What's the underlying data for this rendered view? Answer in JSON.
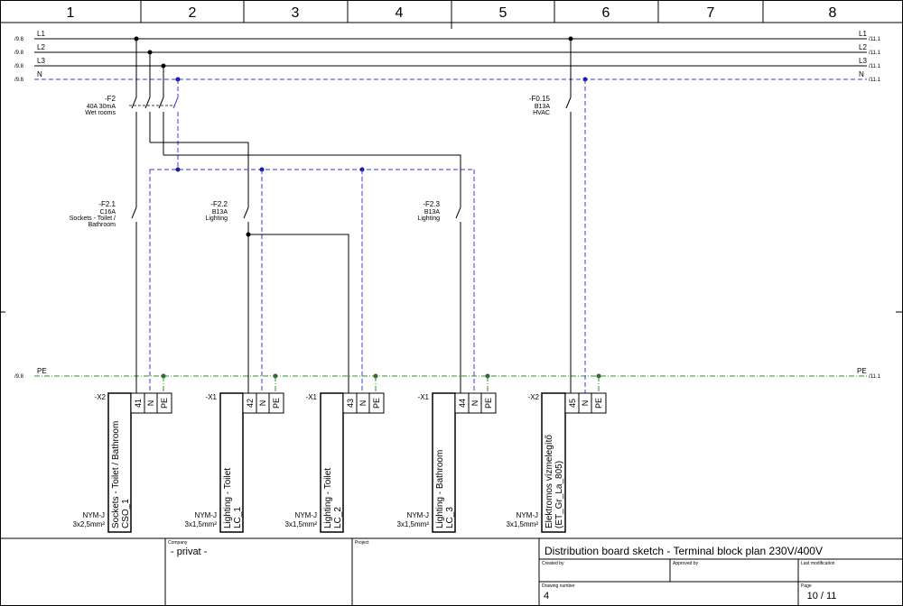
{
  "columns": [
    "1",
    "2",
    "3",
    "4",
    "5",
    "6",
    "7",
    "8"
  ],
  "buses": [
    {
      "label": "L1",
      "ref_left": "/9.8",
      "ref_right": "/11.1"
    },
    {
      "label": "L2",
      "ref_left": "/9.8",
      "ref_right": "/11.1"
    },
    {
      "label": "L3",
      "ref_left": "/9.8",
      "ref_right": "/11.1"
    },
    {
      "label": "N",
      "ref_left": "/9.8",
      "ref_right": "/11.1"
    }
  ],
  "pe_bus": {
    "label": "PE",
    "ref_left": "/9.8",
    "ref_right": "/11.1"
  },
  "main_breakers": [
    {
      "tag": "-F2",
      "lines": [
        "40A 30mA",
        "Wet rooms"
      ]
    },
    {
      "tag": "-F0.15",
      "lines": [
        "B13A",
        "HVAC"
      ]
    }
  ],
  "breakers": [
    {
      "tag": "-F2.1",
      "lines": [
        "C16A",
        "Sockets - Toilet /",
        "Bathroom"
      ]
    },
    {
      "tag": "-F2.2",
      "lines": [
        "B13A",
        "Lighting"
      ]
    },
    {
      "tag": "-F2.3",
      "lines": [
        "B13A",
        "Lighting"
      ]
    }
  ],
  "terminals": [
    {
      "strip": "-X2",
      "terminal": "41",
      "n": "N",
      "pe": "PE",
      "desc1": "Sockets - Toilet / Bathroom",
      "desc2": "CSO_1",
      "cable": "NYM-J",
      "size": "3x2,5mm²"
    },
    {
      "strip": "-X1",
      "terminal": "42",
      "n": "N",
      "pe": "PE",
      "desc1": "Lighting - Toilet",
      "desc2": "LC_1",
      "cable": "NYM-J",
      "size": "3x1,5mm²"
    },
    {
      "strip": "-X1",
      "terminal": "43",
      "n": "N",
      "pe": "PE",
      "desc1": "Lighting - Toilet",
      "desc2": "LC_2",
      "cable": "NYM-J",
      "size": "3x1,5mm²"
    },
    {
      "strip": "-X1",
      "terminal": "44",
      "n": "N",
      "pe": "PE",
      "desc1": "Lighting - Bathroom",
      "desc2": "LC_3",
      "cable": "NYM-J",
      "size": "3x1,5mm²"
    },
    {
      "strip": "-X2",
      "terminal": "45",
      "n": "N",
      "pe": "PE",
      "desc1": "Elektromos vízmelegítő",
      "desc2": "(ET_Gr_La_805)",
      "cable": "NYM-J",
      "size": "3x1,5mm²"
    }
  ],
  "title_block": {
    "company_label": "Company",
    "company": "- privat -",
    "project_label": "Project",
    "title": "Distribution board sketch - Terminal block plan 230V/400V",
    "created_by_label": "Created by",
    "approved_by_label": "Approved by",
    "last_mod_label": "Last modification",
    "drawing_number_label": "Drawing number",
    "drawing_number": "4",
    "page_label": "Page",
    "page": "10 / 11"
  }
}
